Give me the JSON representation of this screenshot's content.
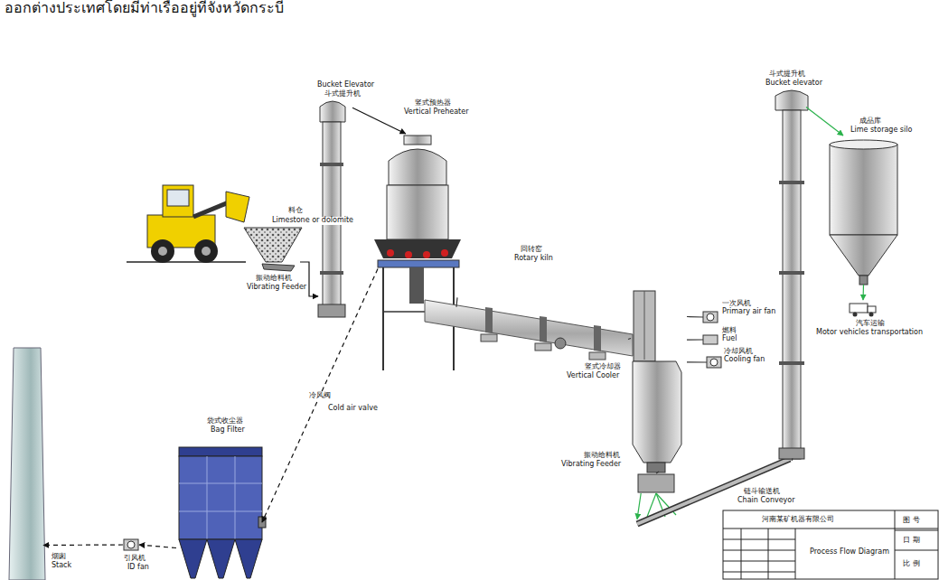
{
  "diagram": {
    "nodes": [
      {
        "text": [
          "振动给料机",
          "Vibrating Feeder"
        ]
      },
      {
        "text": [
          "Bucket Elevator",
          "斗式提升机"
        ]
      },
      {
        "text": [
          "竖式预热器",
          "Vertical Preheater"
        ]
      },
      {
        "text": [
          "回转窑",
          "Rotary kiln"
        ]
      },
      {
        "text": [
          "竖式冷却器",
          "Vertical Cooler"
        ]
      },
      {
        "text": [
          "振动给料机",
          "Vibrating Feeder"
        ]
      },
      {
        "text": [
          "链斗输送机",
          "Chain Conveyor"
        ]
      },
      {
        "text": [
          "斗式提升机",
          "Bucket elevator"
        ]
      },
      {
        "text": [
          "成品库",
          "Lime storage silo"
        ]
      },
      {
        "text": [
          "汽车运输",
          "Motor vehicles transportation"
        ]
      },
      {
        "text": [
          "袋式收尘器",
          "Bag Filter"
        ]
      },
      {
        "text": [
          "引风机",
          "ID fan"
        ]
      },
      {
        "text": [
          "烟囱",
          "Stack"
        ]
      },
      {
        "text": [
          "一次风机",
          "Primary air fan"
        ]
      },
      {
        "text": [
          "燃料",
          "Fuel"
        ]
      },
      {
        "text": [
          "冷却风机",
          "Cooling fan"
        ]
      },
      {
        "text": [
          "河南某矿机器有限公司",
          "Process Flow Diagram"
        ]
      }
    ],
    "edges": [
      {
        "from": 0,
        "to": 1,
        "arrow": "to"
      },
      {
        "from": 1,
        "to": 2,
        "arrow": "to"
      },
      {
        "from": 2,
        "to": 10,
        "label": "冷风阀",
        "arrow": "to"
      },
      {
        "from": 2,
        "to": 3,
        "arrow": "none"
      },
      {
        "from": 3,
        "to": 4,
        "arrow": "none"
      },
      {
        "from": 13,
        "to": 4,
        "arrow": "none"
      },
      {
        "from": 14,
        "to": 4,
        "arrow": "none"
      },
      {
        "from": 15,
        "to": 4,
        "arrow": "none"
      },
      {
        "from": 4,
        "to": 5,
        "arrow": "none"
      },
      {
        "from": 5,
        "to": 6,
        "arrow": "to"
      },
      {
        "from": 6,
        "to": 7,
        "arrow": "none"
      },
      {
        "from": 7,
        "to": 8,
        "arrow": "to"
      },
      {
        "from": 8,
        "to": 9,
        "arrow": "to"
      },
      {
        "from": 10,
        "to": 11,
        "arrow": "to"
      },
      {
        "from": 11,
        "to": 12,
        "arrow": "to"
      }
    ],
    "labels": [
      "ออกต่างประเทศโดยมีท่าเรืออยู่ที่จังหวัดกระบี่",
      "Limestone or dolomite",
      "料仓",
      "Cold air valve",
      "图 号",
      "日 期",
      "比 例"
    ]
  }
}
